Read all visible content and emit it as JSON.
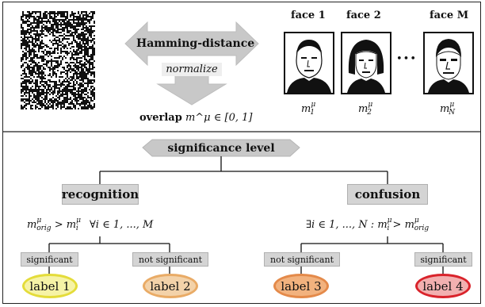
{
  "hamming": {
    "label": "Hamming-distance",
    "normalize": "normalize"
  },
  "overlap": {
    "word": "overlap",
    "formula": "m^μ ∈ [0, 1]"
  },
  "faces": [
    {
      "title": "face 1",
      "m": "m",
      "sup": "μ",
      "sub": "1"
    },
    {
      "title": "face 2",
      "m": "m",
      "sup": "μ",
      "sub": "2"
    },
    {
      "title": "face M",
      "m": "m",
      "sup": "μ",
      "sub": "N"
    }
  ],
  "ellipsis": "•••",
  "significance": "significance level",
  "recognition": {
    "label": "recognition",
    "condition_lhs": "m",
    "condition_lhs_sub": "orig",
    "condition_rest": "> m",
    "condition_rest_sub": "i",
    "condition_forall": "∀i ∈ 1, ..., M"
  },
  "confusion": {
    "label": "confusion",
    "condition_pre": "∃i ∈ 1, ..., N : m",
    "condition_pre_sub": "i",
    "condition_mid": "> m",
    "condition_mid_sub": "orig"
  },
  "outcomes": {
    "significant_left": "significant",
    "not_significant_left": "not significant",
    "not_significant_right": "not significant",
    "significant_right": "significant"
  },
  "labels": [
    {
      "text": "label 1",
      "fill": "#f6f3a6",
      "border": "#e4dc3a"
    },
    {
      "text": "label 2",
      "fill": "#f3d2a9",
      "border": "#e9ab66"
    },
    {
      "text": "label 3",
      "fill": "#f2b27e",
      "border": "#e48a4a"
    },
    {
      "text": "label 4",
      "fill": "#f2b0b0",
      "border": "#d9232b"
    }
  ]
}
